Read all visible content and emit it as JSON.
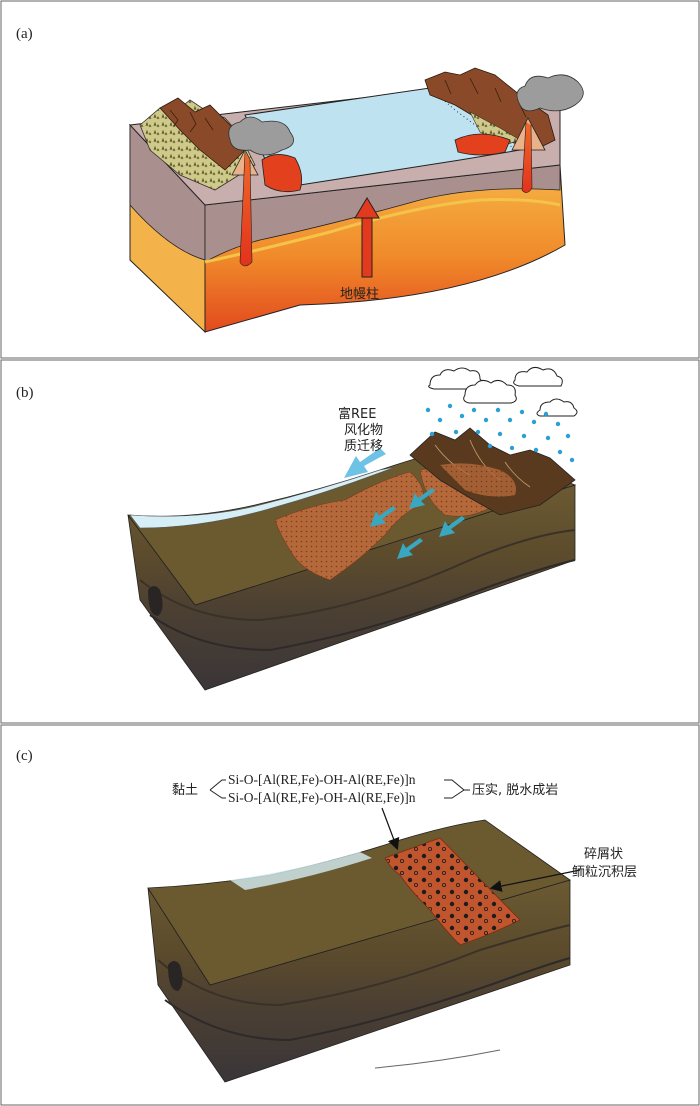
{
  "panels": {
    "a": {
      "label": "(a)",
      "plume_label": "地幔柱"
    },
    "b": {
      "label": "(b)",
      "migration_label_line1": "富REE",
      "migration_label_line2": "风化物",
      "migration_label_line3": "质迁移"
    },
    "c": {
      "label": "(c)",
      "clay_label": "黏土",
      "formula_line1": "Si-O-[Al(RE,Fe)-OH-Al(RE,Fe)]n",
      "formula_line2": "Si-O-[Al(RE,Fe)-OH-Al(RE,Fe)]n",
      "process_label": "压实, 脱水成岩",
      "deposit_label_line1": "碎屑状",
      "deposit_label_line2": "鲕粒沉积层"
    }
  },
  "colors": {
    "mantle_orange": "#f08a2a",
    "mantle_red": "#e23a1e",
    "crust_mauve": "#a98f8e",
    "ocean_blue": "#bfe2f1",
    "mountain_brown": "#8a4a2a",
    "sediment_olive": "#5f4f2a",
    "ree_orange": "#c0703a",
    "rain_blue": "#2a9fd6",
    "arrow_teal": "#3aa7c0"
  },
  "icons": {
    "plume_arrow": "up-arrow-icon",
    "cloud": "cloud-icon",
    "raindrop": "raindrop-icon",
    "flow_arrow": "flow-arrow-icon",
    "pointer_arrow": "pointer-arrow-icon"
  }
}
